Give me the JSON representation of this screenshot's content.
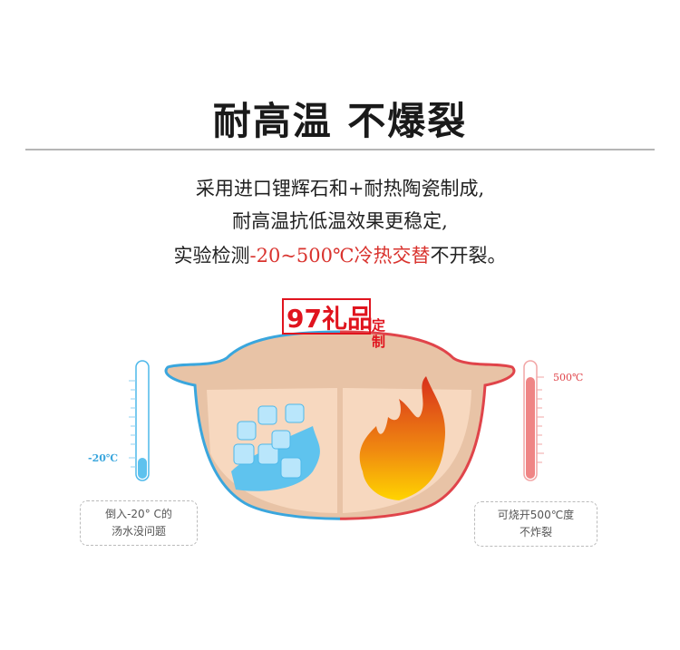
{
  "title": "耐高温 不爆裂",
  "lines": [
    "采用进口锂辉石和+耐热陶瓷制成,",
    "耐高温抗低温效果更稳定,"
  ],
  "line3": {
    "prefix": "实验检测",
    "highlight": "-20~500℃冷热交替",
    "suffix": "不开裂。"
  },
  "left": {
    "temp": "-20℃",
    "note1": "倒入-20° C的",
    "note2": "汤水没问题",
    "color": "#3aa6dd"
  },
  "right": {
    "temp": "500℃",
    "note1": "可烧开500℃度",
    "note2": "不炸裂",
    "color": "#e0444a"
  },
  "watermark": {
    "main": "97礼品",
    "side": "定制"
  }
}
